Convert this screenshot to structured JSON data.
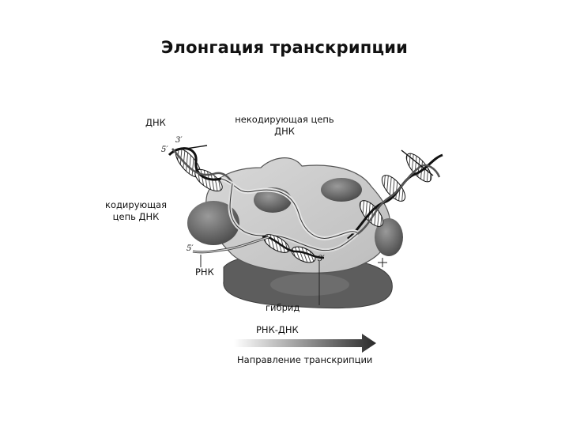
{
  "title": "Элонгация транскрипции",
  "labels": {
    "dna": "ДНК",
    "noncoding_strand": "некодирующая цепь\nДНК",
    "coding_strand": "кодирующая\nцепь ДНК",
    "rna": "РНК",
    "hybrid_line1": "гибрид",
    "hybrid_line2": "РНК-ДНК",
    "direction": "Направление транскрипции"
  },
  "end_marks": {
    "three_prime": "3′",
    "five_prime": "5′"
  },
  "colors": {
    "polymerase_body": "#c9c9c9",
    "polymerase_dark": "#5a5a5a",
    "subunit": "#6e6e6e",
    "arrow_start": "#ffffff",
    "arrow_end": "#2a2a2a"
  }
}
